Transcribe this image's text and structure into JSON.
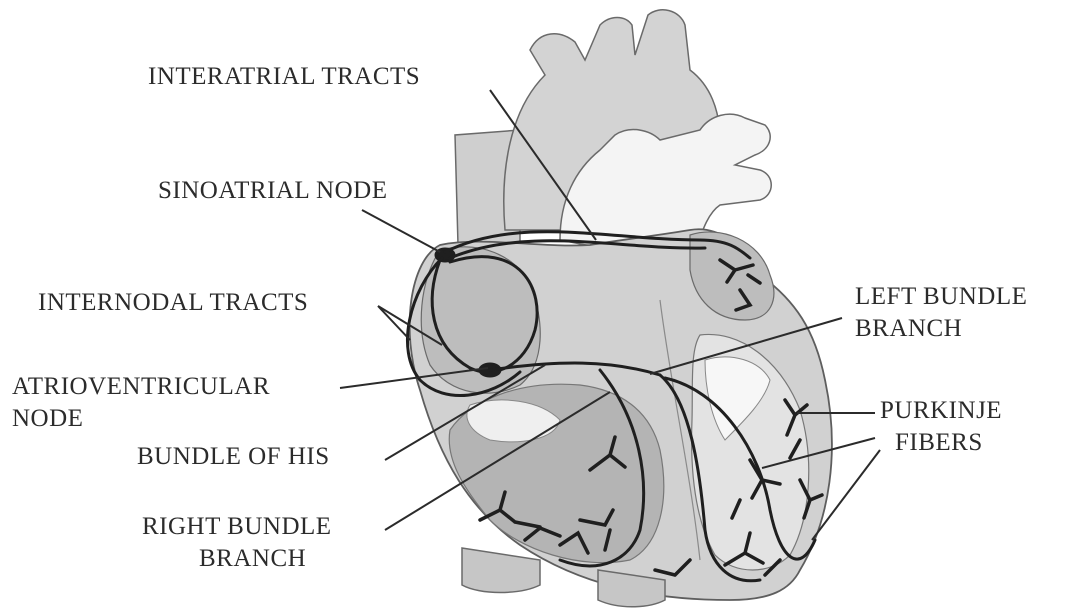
{
  "labels": {
    "interatrial": "INTERATRIAL TRACTS",
    "sinoatrial": "SINOATRIAL NODE",
    "internodal": "INTERNODAL TRACTS",
    "atrioventricular_1": "ATRIOVENTRICULAR",
    "atrioventricular_2": "NODE",
    "bundle_of_his": "BUNDLE OF HIS",
    "right_bundle_1": "RIGHT BUNDLE",
    "right_bundle_2": "BRANCH",
    "left_bundle_1": "LEFT BUNDLE",
    "left_bundle_2": "BRANCH",
    "purkinje_1": "PURKINJE",
    "purkinje_2": "FIBERS"
  },
  "colors": {
    "ink": "#2b2b2b",
    "heart_fill": "#c9c9c9",
    "heart_light": "#dedede",
    "heart_dark": "#9a9a9a",
    "conduction": "#1f1f1f"
  }
}
